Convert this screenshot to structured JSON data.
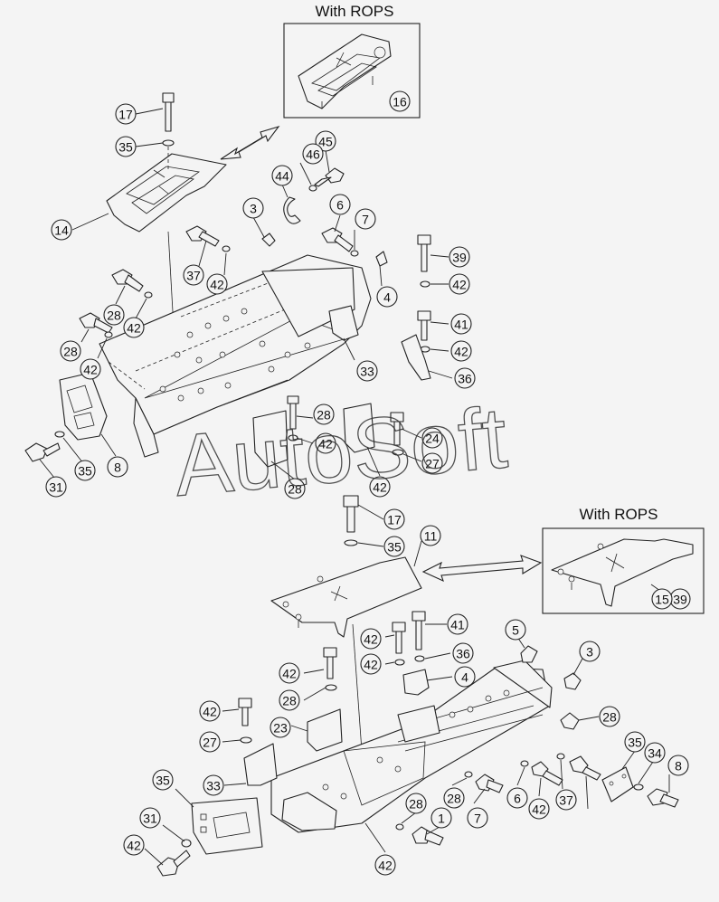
{
  "insets": [
    {
      "id": "top",
      "title": "With ROPS",
      "part": "16"
    },
    {
      "id": "bottom",
      "title": "With ROPS",
      "part": "15"
    }
  ],
  "watermark": "AutoSoft",
  "upper_callouts": [
    "17",
    "35",
    "14",
    "45",
    "46",
    "44",
    "3",
    "6",
    "7",
    "4",
    "39",
    "42",
    "41",
    "42",
    "36",
    "37",
    "42",
    "28",
    "42",
    "28",
    "42",
    "33",
    "8",
    "35",
    "31",
    "28",
    "42",
    "28",
    "42",
    "24",
    "27"
  ],
  "lower_callouts": [
    "17",
    "35",
    "11",
    "39",
    "41",
    "42",
    "42",
    "36",
    "4",
    "5",
    "3",
    "28",
    "42",
    "28",
    "42",
    "27",
    "23",
    "33",
    "35",
    "34",
    "8",
    "35",
    "31",
    "42",
    "28",
    "1",
    "42",
    "28",
    "7",
    "6",
    "42",
    "37"
  ]
}
